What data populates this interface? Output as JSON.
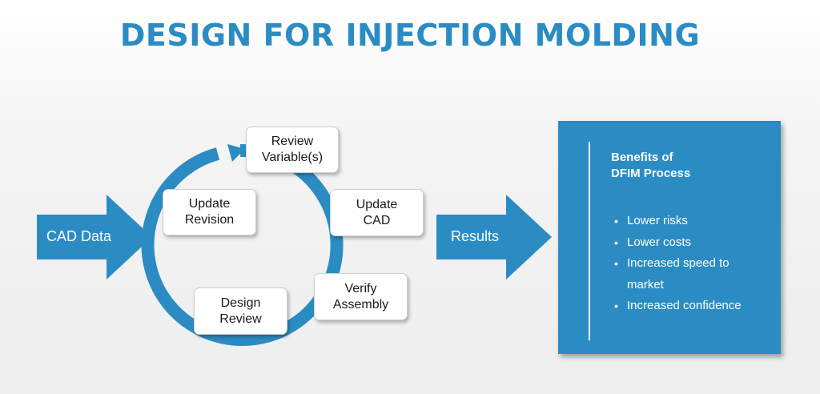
{
  "title": "DESIGN FOR INJECTION MOLDING",
  "input_label": "CAD Data",
  "output_label": "Results",
  "cycle_steps": [
    "Review\nVariable(s)",
    "Update\nCAD",
    "Verify\nAssembly",
    "Design\nReview",
    "Update\nRevision"
  ],
  "benefits": {
    "heading": "Benefits of\nDFIM Process",
    "items": [
      "Lower risks",
      "Lower costs",
      "Increased speed to market",
      "Increased confidence"
    ]
  },
  "colors": {
    "accent": "#2b8cc4",
    "ring": "#2b8cc4",
    "box_bg": "#ffffff"
  }
}
